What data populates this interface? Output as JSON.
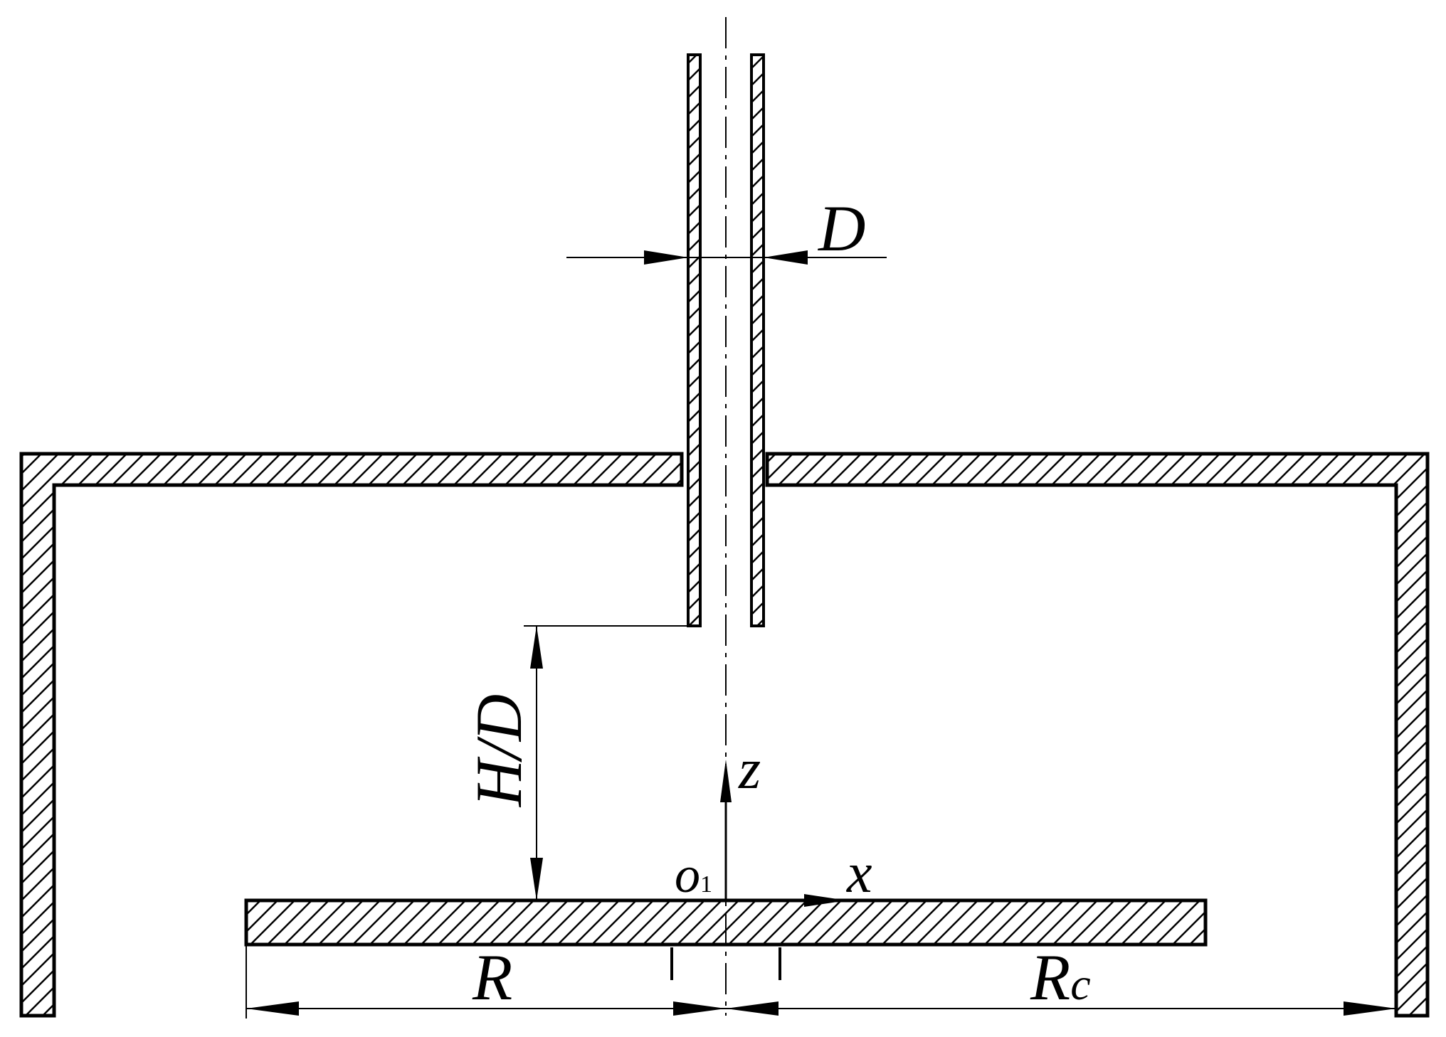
{
  "diagram": {
    "labels": {
      "jet_diameter": "D",
      "nozzle_height": "H/D",
      "axis_z": "z",
      "axis_x": "x",
      "origin": "o",
      "origin_subscript": "1",
      "plate_radius": "R",
      "chamber_radius_main": "R",
      "chamber_radius_sub": "c"
    },
    "colors": {
      "stroke": "#000000",
      "background": "#ffffff"
    }
  }
}
